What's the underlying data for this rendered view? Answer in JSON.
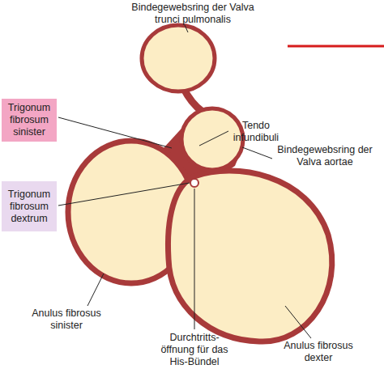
{
  "diagram": {
    "nodes": [
      {
        "text": [
          "Trigonum fibrosum sinister"
        ]
      },
      {
        "text": [
          "Trigonum fibrosum dextrum"
        ]
      }
    ],
    "labels": [
      "Bindegewebsring der Valva trunci pulmonalis",
      "Tendo infundibuli",
      "Bindegewebsring der Valva aortae",
      "Anulus fibrosus sinister",
      "Durchtritts- öffnung für das His-Bündel",
      "Anulus fibrosus dexter"
    ]
  }
}
